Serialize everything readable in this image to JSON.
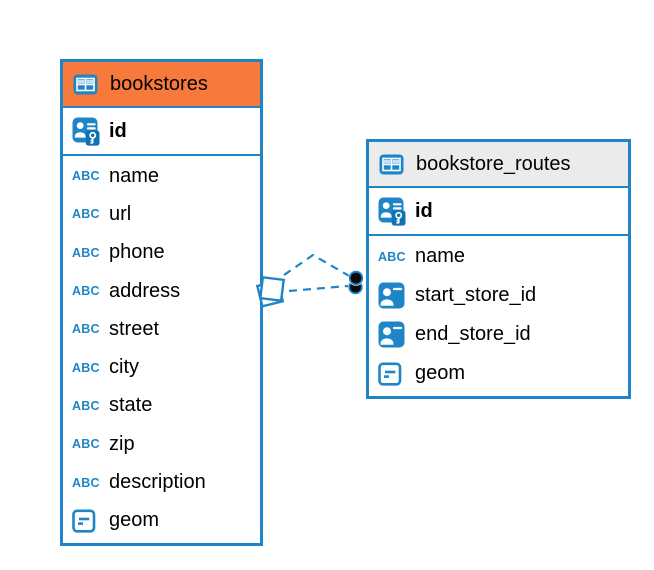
{
  "colors": {
    "accent_blue": "#1e86c6",
    "bookstores_header": "#f7793b",
    "routes_header": "#ebebeb",
    "text": "#000000",
    "connector_dot": "#0b0b0b"
  },
  "icons": {
    "text_type_label": "ABC"
  },
  "tables": {
    "bookstores": {
      "title": "bookstores",
      "primary_key": "id",
      "fields": [
        {
          "name": "name",
          "type": "text"
        },
        {
          "name": "url",
          "type": "text"
        },
        {
          "name": "phone",
          "type": "text"
        },
        {
          "name": "address",
          "type": "text"
        },
        {
          "name": "street",
          "type": "text"
        },
        {
          "name": "city",
          "type": "text"
        },
        {
          "name": "state",
          "type": "text"
        },
        {
          "name": "zip",
          "type": "text"
        },
        {
          "name": "description",
          "type": "text"
        },
        {
          "name": "geom",
          "type": "geometry"
        }
      ]
    },
    "bookstore_routes": {
      "title": "bookstore_routes",
      "primary_key": "id",
      "fields": [
        {
          "name": "name",
          "type": "text"
        },
        {
          "name": "start_store_id",
          "type": "reference"
        },
        {
          "name": "end_store_id",
          "type": "reference"
        },
        {
          "name": "geom",
          "type": "geometry"
        }
      ]
    }
  },
  "relationships": {
    "from_table": "bookstores",
    "to_table": "bookstore_routes",
    "line_style": "dashed",
    "line_count": 2
  }
}
